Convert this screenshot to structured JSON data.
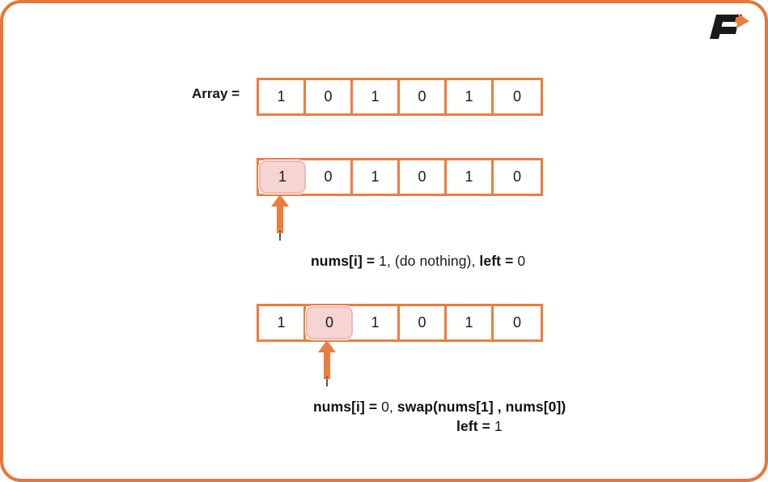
{
  "page": {
    "border_color": "#e8763c",
    "background": "#ffffff",
    "cell_border_color": "#ed7d3e",
    "highlight_fill": "#f6d4d2",
    "arrow_color": "#ed7d3e"
  },
  "logo": {
    "name": "f-arrow-logo",
    "letter": "F",
    "letter_color": "#1a1a1a",
    "arrow_color": "#ed7d3e"
  },
  "array_label": "Array =",
  "rows": [
    {
      "id": "array-row-initial",
      "cells": [
        "1",
        "0",
        "1",
        "0",
        "1",
        "0"
      ],
      "highlight_index": -1
    },
    {
      "id": "array-row-step-1",
      "cells": [
        "1",
        "0",
        "1",
        "0",
        "1",
        "0"
      ],
      "highlight_index": 0
    },
    {
      "id": "array-row-step-2",
      "cells": [
        "1",
        "0",
        "1",
        "0",
        "1",
        "0"
      ],
      "highlight_index": 1
    }
  ],
  "pointers": [
    {
      "id": "pointer-i-step-1",
      "label": "i"
    },
    {
      "id": "pointer-i-step-2",
      "label": "i"
    }
  ],
  "captions": {
    "step1": {
      "b1": "nums[i] =",
      "r1": " 1, (do nothing), ",
      "b2": "left =",
      "r2": " 0"
    },
    "step2": {
      "line1_b1": "nums[i] =",
      "line1_r1": " 0,  ",
      "line1_b2": "swap(nums[1] , nums[0])",
      "line2_b1": "left =",
      "line2_r1": " 1"
    }
  }
}
